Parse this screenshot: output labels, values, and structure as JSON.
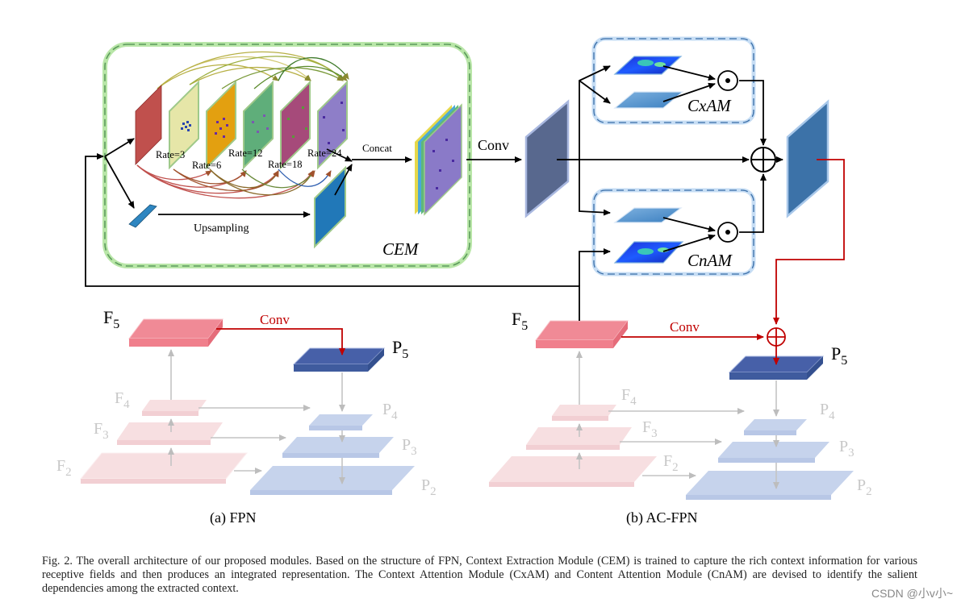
{
  "cem": {
    "title": "CEM",
    "rate3": "Rate=3",
    "rate6": "Rate=6",
    "rate12": "Rate=12",
    "rate18": "Rate=18",
    "rate24": "Rate=24",
    "concat": "Concat",
    "upsampling": "Upsampling"
  },
  "conv_label": "Conv",
  "cxam": {
    "title": "CxAM"
  },
  "cnam": {
    "title": "CnAM"
  },
  "fpn": {
    "f5": "F",
    "f5_sub": "5",
    "f4": "F",
    "f4_sub": "4",
    "f3": "F",
    "f3_sub": "3",
    "f2": "F",
    "f2_sub": "2",
    "p5": "P",
    "p5_sub": "5",
    "p4": "P",
    "p4_sub": "4",
    "p3": "P",
    "p3_sub": "3",
    "p2": "P",
    "p2_sub": "2",
    "conv": "Conv",
    "label": "(a) FPN"
  },
  "acfpn": {
    "f5": "F",
    "f5_sub": "5",
    "f4": "F",
    "f4_sub": "4",
    "f3": "F",
    "f3_sub": "3",
    "f2": "F",
    "f2_sub": "2",
    "p5": "P",
    "p5_sub": "5",
    "p4": "P",
    "p4_sub": "4",
    "p3": "P",
    "p3_sub": "3",
    "p2": "P",
    "p2_sub": "2",
    "conv": "Conv",
    "label": "(b) AC-FPN"
  },
  "caption": "Fig. 2.  The overall architecture of our proposed modules. Based on the structure of FPN, Context Extraction Module (CEM) is trained to capture the rich context information for various receptive fields and then produces an integrated representation. The Context Attention Module (CxAM) and Content Attention Module (CnAM) are devised to identify the salient dependencies among the extracted context.",
  "watermark": "CSDN @小v小~",
  "colors": {
    "cem_border": "#8fd37a",
    "attn_border": "#5b9bd5",
    "f5_fill": "#f07f8c",
    "p5_fill": "#3f5b9e",
    "faded_pink": "#f7dfe1",
    "faded_blue": "#c6d3ec",
    "red_arrow": "#c00000"
  }
}
